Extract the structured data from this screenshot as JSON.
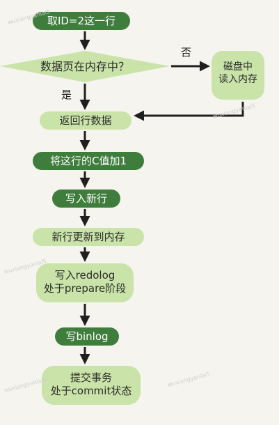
{
  "nodes": {
    "n1": "取ID=2这一行",
    "n2": "数据页在内存中？",
    "n3": "磁盘中\n读入内存",
    "n4": "返回行数据",
    "n5": "将这行的C值加1",
    "n6": "写入新行",
    "n7": "新行更新到内存",
    "n8": "写入redolog\n处于prepare阶段",
    "n9": "写binlog",
    "n10": "提交事务\n处于commit状态"
  },
  "edges": {
    "no": "否",
    "yes": "是"
  },
  "watermarks": [
    "wuxiangyanlai5",
    "wuxiangyanlai5",
    "wuxiangyanlai5",
    "wuxiangyanlai5",
    "wuxiangyanlai5"
  ],
  "colors": {
    "dark_green": "#3f7d3d",
    "light_green": "#c9e3a8",
    "arrow": "#1f1f1f",
    "background": "#f5f4ef"
  }
}
